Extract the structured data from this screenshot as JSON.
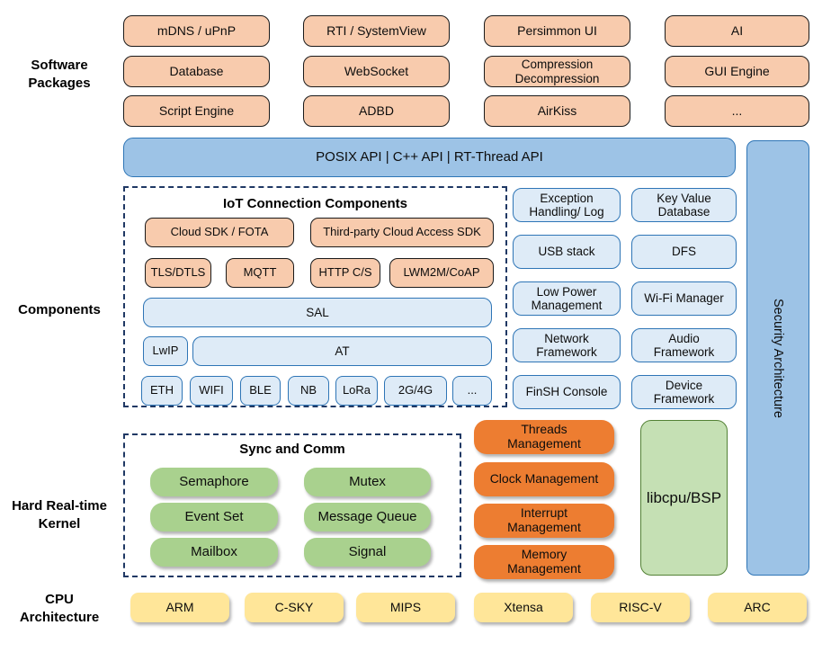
{
  "colors": {
    "peach": "#F8CBAD",
    "blue": "#9DC3E6",
    "blue_border": "#2E75B6",
    "lightblue": "#DEEBF7",
    "green": "#A9D18E",
    "green_border": "#538135",
    "libcpu": "#C5E0B4",
    "orange": "#ED7D31",
    "yellow": "#FFE699",
    "dash": "#1F3864"
  },
  "section_labels": {
    "software_packages": "Software\nPackages",
    "components": "Components",
    "kernel": "Hard Real-time\nKernel",
    "cpu": "CPU\nArchitecture"
  },
  "software_packages": {
    "items": [
      "mDNS / uPnP",
      "RTI / SystemView",
      "Persimmon UI",
      "AI",
      "Database",
      "WebSocket",
      "Compression\nDecompression",
      "GUI Engine",
      "Script Engine",
      "ADBD",
      "AirKiss",
      "..."
    ]
  },
  "api_bar": {
    "label": "POSIX API  |  C++ API  |  RT-Thread API"
  },
  "security_bar": {
    "label": "Security Architecture"
  },
  "iot": {
    "title": "IoT Connection Components",
    "cloud_sdk": "Cloud SDK / FOTA",
    "third_party": "Third-party Cloud Access SDK",
    "tls": "TLS/DTLS",
    "mqtt": "MQTT",
    "http": "HTTP C/S",
    "lwm2m": "LWM2M/CoAP",
    "sal": "SAL",
    "lwip": "LwIP",
    "at": "AT",
    "links": [
      "ETH",
      "WIFI",
      "BLE",
      "NB",
      "LoRa",
      "2G/4G",
      "..."
    ]
  },
  "middleware": {
    "items": [
      "Exception\nHandling/ Log",
      "Key Value\nDatabase",
      "USB stack",
      "DFS",
      "Low Power\nManagement",
      "Wi-Fi Manager",
      "Network\nFramework",
      "Audio\nFramework",
      "FinSH Console",
      "Device\nFramework"
    ]
  },
  "kernel": {
    "sync_title": "Sync and Comm",
    "sync_items": [
      "Semaphore",
      "Mutex",
      "Event Set",
      "Message Queue",
      "Mailbox",
      "Signal"
    ],
    "mgmt_items": [
      "Threads\nManagement",
      "Clock Management",
      "Interrupt\nManagement",
      "Memory\nManagement"
    ],
    "libcpu": "libcpu/BSP"
  },
  "cpu": {
    "items": [
      "ARM",
      "C-SKY",
      "MIPS",
      "Xtensa",
      "RISC-V",
      "ARC"
    ]
  }
}
